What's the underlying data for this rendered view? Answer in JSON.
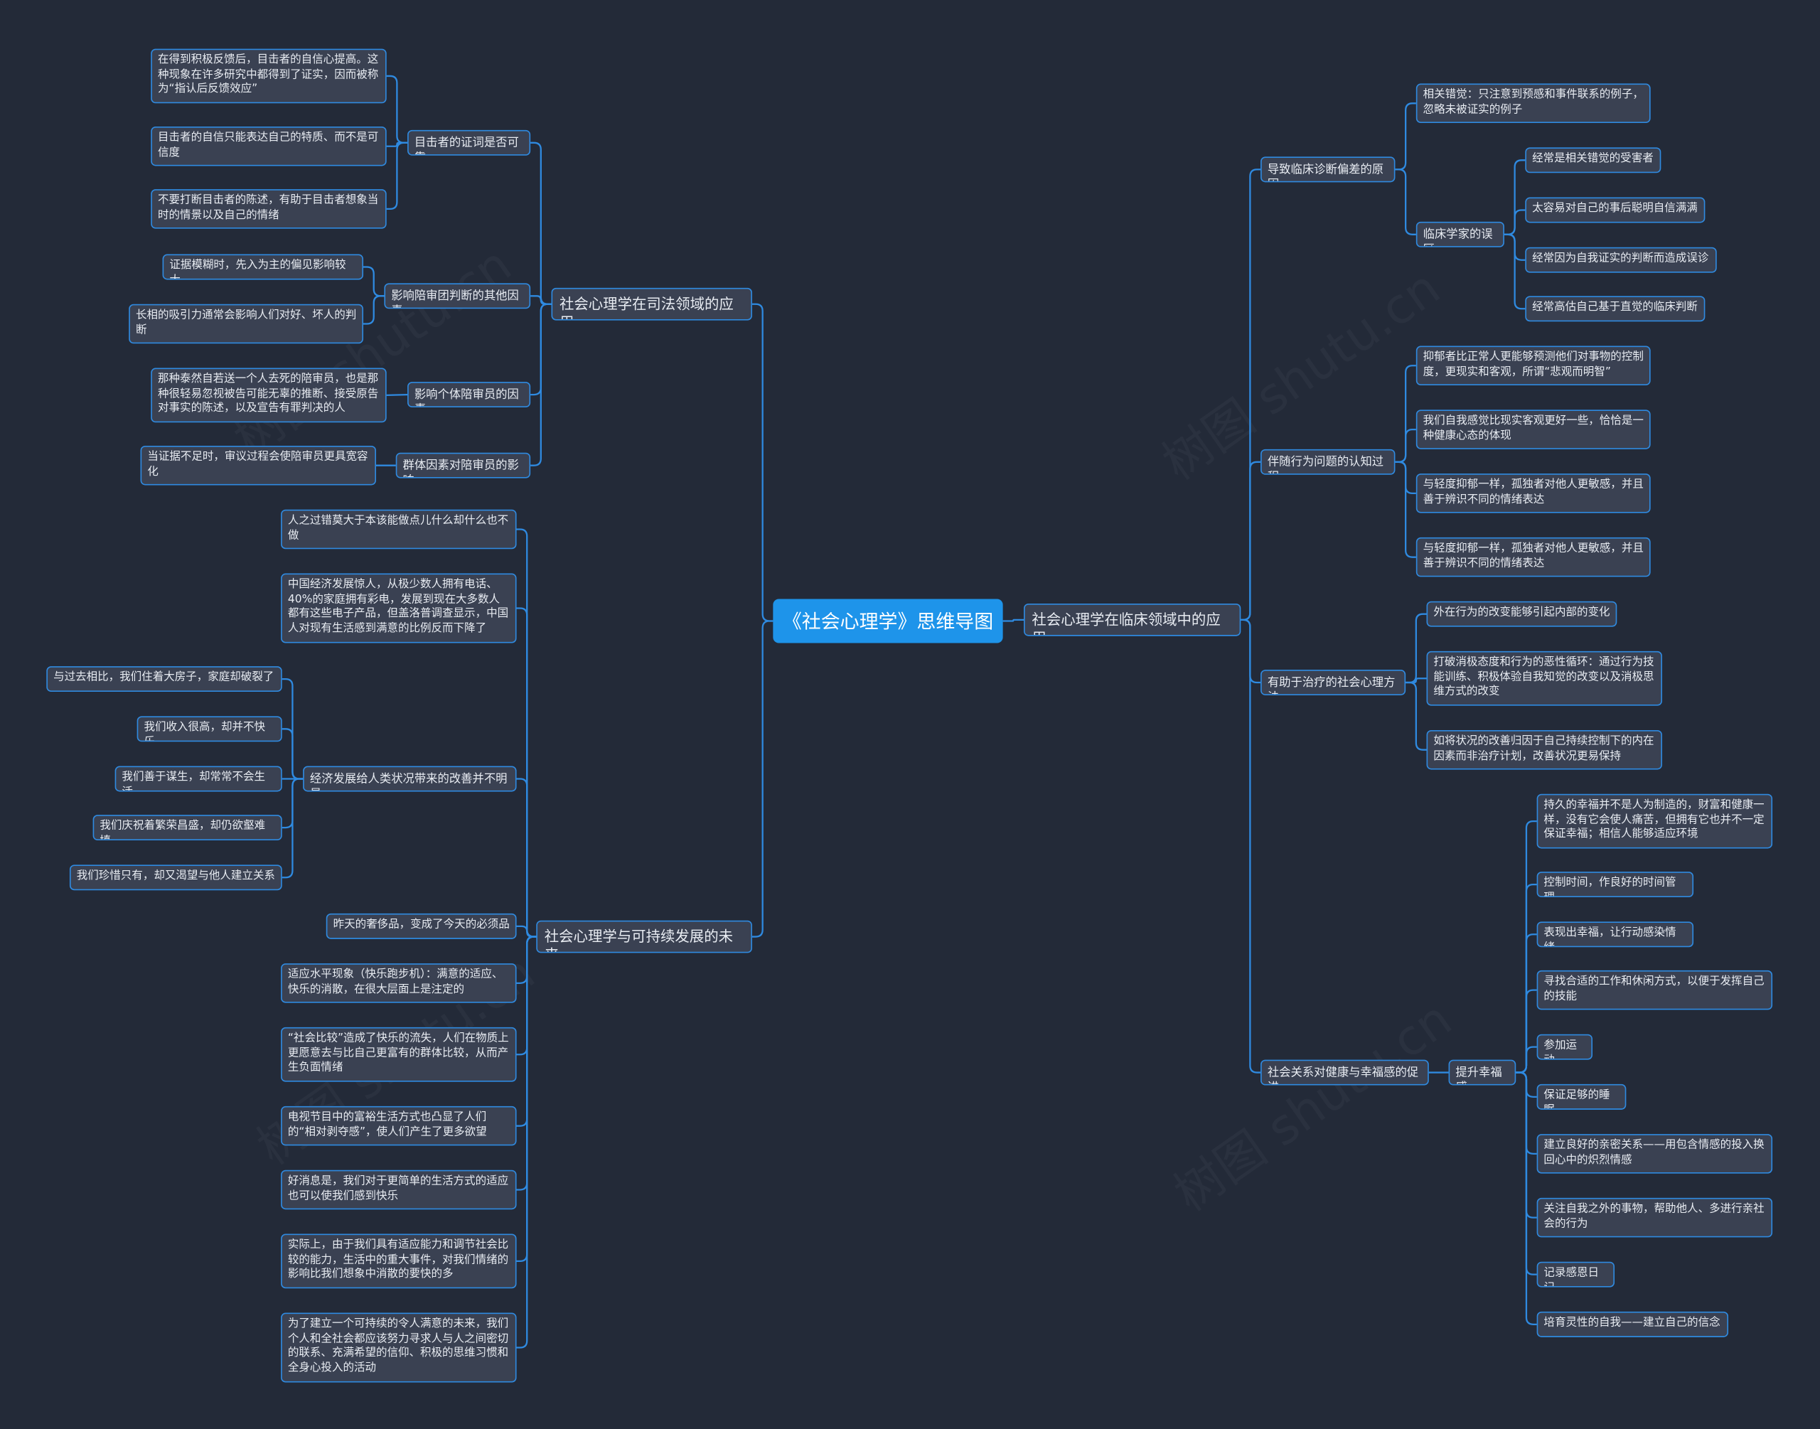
{
  "root": "《社会心理学》思维导图",
  "watermark": "树图 shutu.cn",
  "colors": {
    "background": "#232a38",
    "node": "#3a4152",
    "line": "#2f8ae0",
    "root": "#1e94ea",
    "text": "#e8ecf2"
  },
  "left": [
    {
      "label": "社会心理学在司法领域的应用",
      "children": [
        {
          "label": "目击者的证词是否可靠",
          "children": [
            {
              "label": "在得到积极反馈后，目击者的自信心提高。这种现象在许多研究中都得到了证实，因而被称为“指认后反馈效应”"
            },
            {
              "label": "目击者的自信只能表达自己的特质、而不是可信度"
            },
            {
              "label": "不要打断目击者的陈述，有助于目击者想象当时的情景以及自己的情绪"
            }
          ]
        },
        {
          "label": "影响陪审团判断的其他因素",
          "children": [
            {
              "label": "证据模糊时，先入为主的偏见影响较大"
            },
            {
              "label": "长相的吸引力通常会影响人们对好、坏人的判断"
            }
          ]
        },
        {
          "label": "影响个体陪审员的因素",
          "children": [
            {
              "label": "那种泰然自若送一个人去死的陪审员，也是那种很轻易忽视被告可能无辜的推断、接受原告对事实的陈述，以及宣告有罪判决的人"
            }
          ]
        },
        {
          "label": "群体因素对陪审员的影响",
          "children": [
            {
              "label": "当证据不足时，审议过程会使陪审员更具宽容化"
            }
          ]
        }
      ]
    },
    {
      "label": "社会心理学与可持续发展的未来",
      "children": [
        {
          "label": "人之过错莫大于本该能做点儿什么却什么也不做"
        },
        {
          "label": "中国经济发展惊人，从极少数人拥有电话、40%的家庭拥有彩电，发展到现在大多数人都有这些电子产品，但盖洛普调查显示，中国人对现有生活感到满意的比例反而下降了"
        },
        {
          "label": "经济发展给人类状况带来的改善并不明显",
          "children": [
            {
              "label": "与过去相比，我们住着大房子，家庭却破裂了"
            },
            {
              "label": "我们收入很高，却并不快乐"
            },
            {
              "label": "我们善于谋生，却常常不会生活"
            },
            {
              "label": "我们庆祝着繁荣昌盛，却仍欲壑难填"
            },
            {
              "label": "我们珍惜只有，却又渴望与他人建立关系"
            }
          ]
        },
        {
          "label": "昨天的奢侈品，变成了今天的必须品"
        },
        {
          "label": "适应水平现象（快乐跑步机）：满意的适应、快乐的消散，在很大层面上是注定的"
        },
        {
          "label": "“社会比较”造成了快乐的流失，人们在物质上更愿意去与比自己更富有的群体比较，从而产生负面情绪"
        },
        {
          "label": "电视节目中的富裕生活方式也凸显了人们的“相对剥夺感”，使人们产生了更多欲望"
        },
        {
          "label": "好消息是，我们对于更简单的生活方式的适应也可以使我们感到快乐"
        },
        {
          "label": "实际上，由于我们具有适应能力和调节社会比较的能力，生活中的重大事件，对我们情绪的影响比我们想象中消散的要快的多"
        },
        {
          "label": "为了建立一个可持续的令人满意的未来，我们个人和全社会都应该努力寻求人与人之间密切的联系、充满希望的信仰、积极的思维习惯和全身心投入的活动"
        }
      ]
    }
  ],
  "right": [
    {
      "label": "社会心理学在临床领域中的应用",
      "children": [
        {
          "label": "导致临床诊断偏差的原因",
          "children": [
            {
              "label": "相关错觉：只注意到预感和事件联系的例子，忽略未被证实的例子"
            },
            {
              "label": "临床学家的误区",
              "children": [
                {
                  "label": "经常是相关错觉的受害者"
                },
                {
                  "label": "太容易对自己的事后聪明自信满满"
                },
                {
                  "label": "经常因为自我证实的判断而造成误诊"
                },
                {
                  "label": "经常高估自己基于直觉的临床判断"
                }
              ]
            }
          ]
        },
        {
          "label": "伴随行为问题的认知过程",
          "children": [
            {
              "label": "抑郁者比正常人更能够预测他们对事物的控制度，更现实和客观，所谓“悲观而明智”"
            },
            {
              "label": "我们自我感觉比现实客观更好一些，恰恰是一种健康心态的体现"
            },
            {
              "label": "与轻度抑郁一样，孤独者对他人更敏感，并且善于辨识不同的情绪表达"
            },
            {
              "label": "与轻度抑郁一样，孤独者对他人更敏感，并且善于辨识不同的情绪表达"
            }
          ]
        },
        {
          "label": "有助于治疗的社会心理方法",
          "children": [
            {
              "label": "外在行为的改变能够引起内部的变化"
            },
            {
              "label": "打破消极态度和行为的恶性循环：通过行为技能训练、积极体验自我知觉的改变以及消极思维方式的改变"
            },
            {
              "label": "如将状况的改善归因于自己持续控制下的内在因素而非治疗计划，改善状况更易保持"
            }
          ]
        },
        {
          "label": "社会关系对健康与幸福感的促进",
          "children": [
            {
              "label": "提升幸福感",
              "children": [
                {
                  "label": "持久的幸福并不是人为制造的，财富和健康一样，没有它会使人痛苦，但拥有它也并不一定保证幸福；相信人能够适应环境"
                },
                {
                  "label": "控制时间，作良好的时间管理"
                },
                {
                  "label": "表现出幸福，让行动感染情绪"
                },
                {
                  "label": "寻找合适的工作和休闲方式，以便于发挥自己的技能"
                },
                {
                  "label": "参加运动"
                },
                {
                  "label": "保证足够的睡眠"
                },
                {
                  "label": "建立良好的亲密关系——用包含情感的投入换回心中的炽烈情感"
                },
                {
                  "label": "关注自我之外的事物，帮助他人、多进行亲社会的行为"
                },
                {
                  "label": "记录感恩日记"
                },
                {
                  "label": "培育灵性的自我——建立自己的信念"
                }
              ]
            }
          ]
        }
      ]
    }
  ]
}
